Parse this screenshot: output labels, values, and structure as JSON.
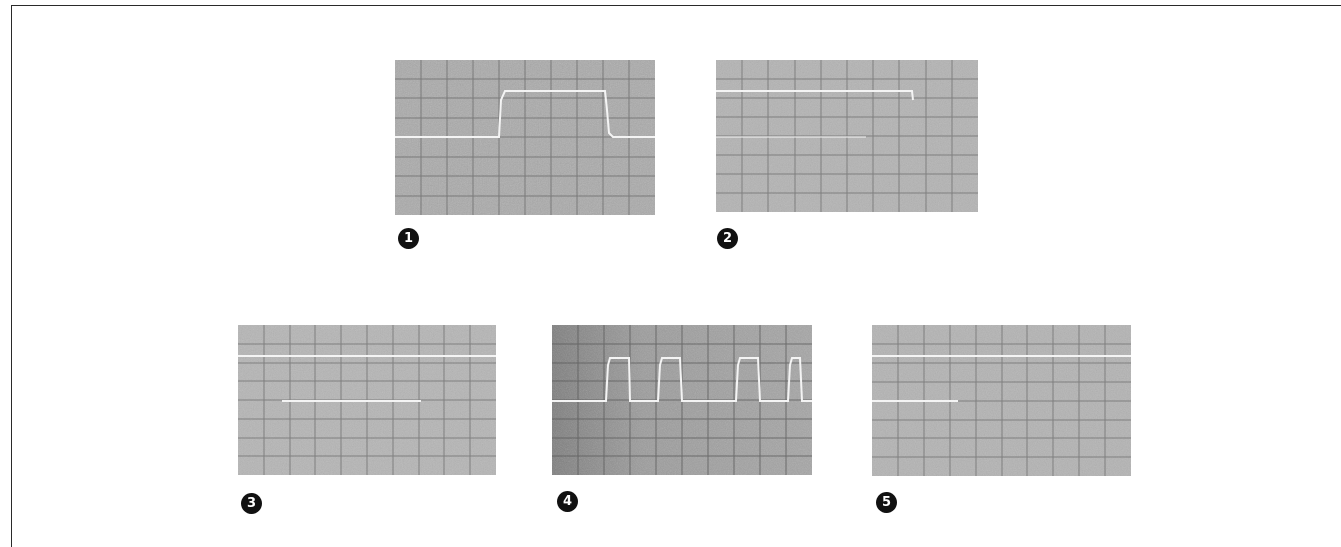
{
  "figure": {
    "oscilloscope_panels": [
      {
        "label": "1",
        "trace": "single-pulse"
      },
      {
        "label": "2",
        "trace": "high-then-low-step"
      },
      {
        "label": "3",
        "trace": "low-segment-between-highs"
      },
      {
        "label": "4",
        "trace": "pulse-train"
      },
      {
        "label": "5",
        "trace": "short-low-then-high"
      }
    ]
  },
  "colors": {
    "screen_base": "#a9a9a9",
    "screen_dark": "#8a8a8a",
    "grid_line": "#6d6d6d",
    "trace": "#f4f4f4",
    "badge_fill": "#111111",
    "badge_text": "#ffffff"
  }
}
